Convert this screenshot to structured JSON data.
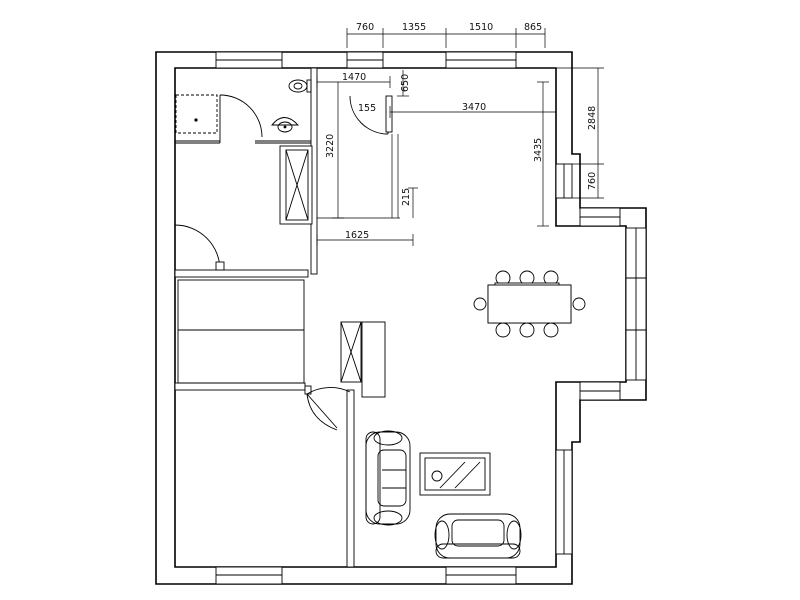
{
  "plan": {
    "dimensions": {
      "top_a": "760",
      "top_b": "1355",
      "top_c": "1510",
      "top_d": "865",
      "bath_width": "1470",
      "bath_small": "650",
      "door_155": "155",
      "hall_width": "3470",
      "bath_height": "3220",
      "right_height": "3435",
      "small_215": "215",
      "bottom_1625": "1625",
      "right_2848": "2848",
      "right_760": "760"
    }
  }
}
